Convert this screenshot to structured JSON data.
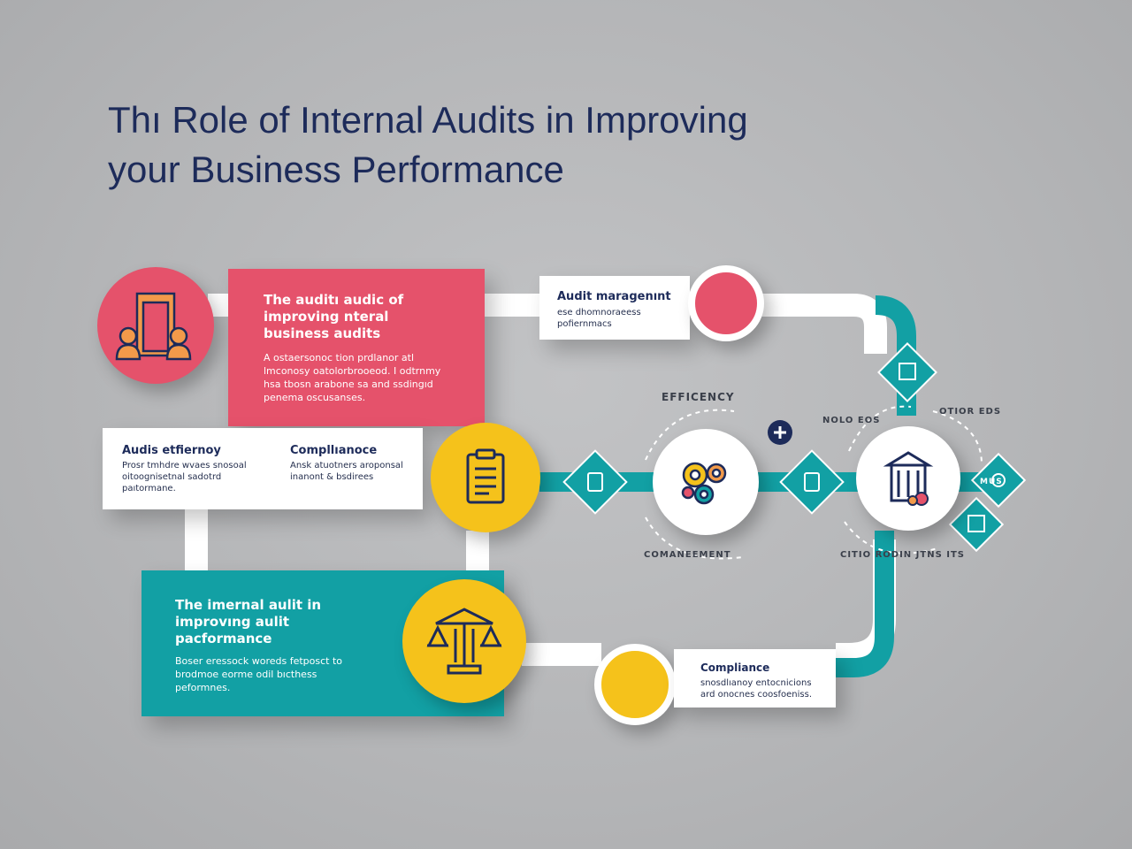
{
  "title": {
    "line1": "Thı Role of Internal Audits in Improving",
    "line2": "your Business Performance"
  },
  "cards": {
    "red": {
      "heading": "The auditı audic of improving nteral business audits",
      "body": "A ostaersonoc tion prdlanor atl lmconosy oatolorbrooeod. I odtrnmy hsa tbosn arabone sa and ssdingıd penema oscusanses."
    },
    "efficiency": {
      "heading": "Audis etfiernoy",
      "body": "Prosr tmhdre wvaes snosoal oitoognisetnal sadotrd paıtormane."
    },
    "compliance_left": {
      "heading": "Compllıanoce",
      "body": "Ansk atuotners aroponsal inanont & bsdirees"
    },
    "teal": {
      "heading": "The imernal aulit in improvıng aulit pacformance",
      "body": "Boser eressock woreds fetposct to brodmoe eorme odil bıcthess peformnes."
    },
    "audit_management": {
      "heading": "Audit maragenınt",
      "body": "ese dhomnoraeess pofiernmacs"
    },
    "compliance_bottom": {
      "heading": "Compliance",
      "body": "snosdlıanoy entocnicions ard onocnes coosfoeniss."
    }
  },
  "labels": {
    "efficiency_arc": "EFFICENCY",
    "management_arc": "COMANEEMENT",
    "right_arc_left": "NOLO EOS",
    "right_arc_right": "OTIOR EDS",
    "bottom_right_arc": "CITIO RODIN JTNS ITS",
    "end_label": "MUS"
  },
  "colors": {
    "red": "#e5526b",
    "teal": "#12a0a4",
    "yellow": "#f5c21b",
    "navy": "#1d2b5a"
  },
  "icons": {
    "red_circle": "people-door-icon",
    "yellow_top": "clipboard-icon",
    "yellow_bottom": "scales-icon",
    "hub_center": "gears-icon",
    "hub_right": "building-icon",
    "plus": "plus-icon"
  }
}
